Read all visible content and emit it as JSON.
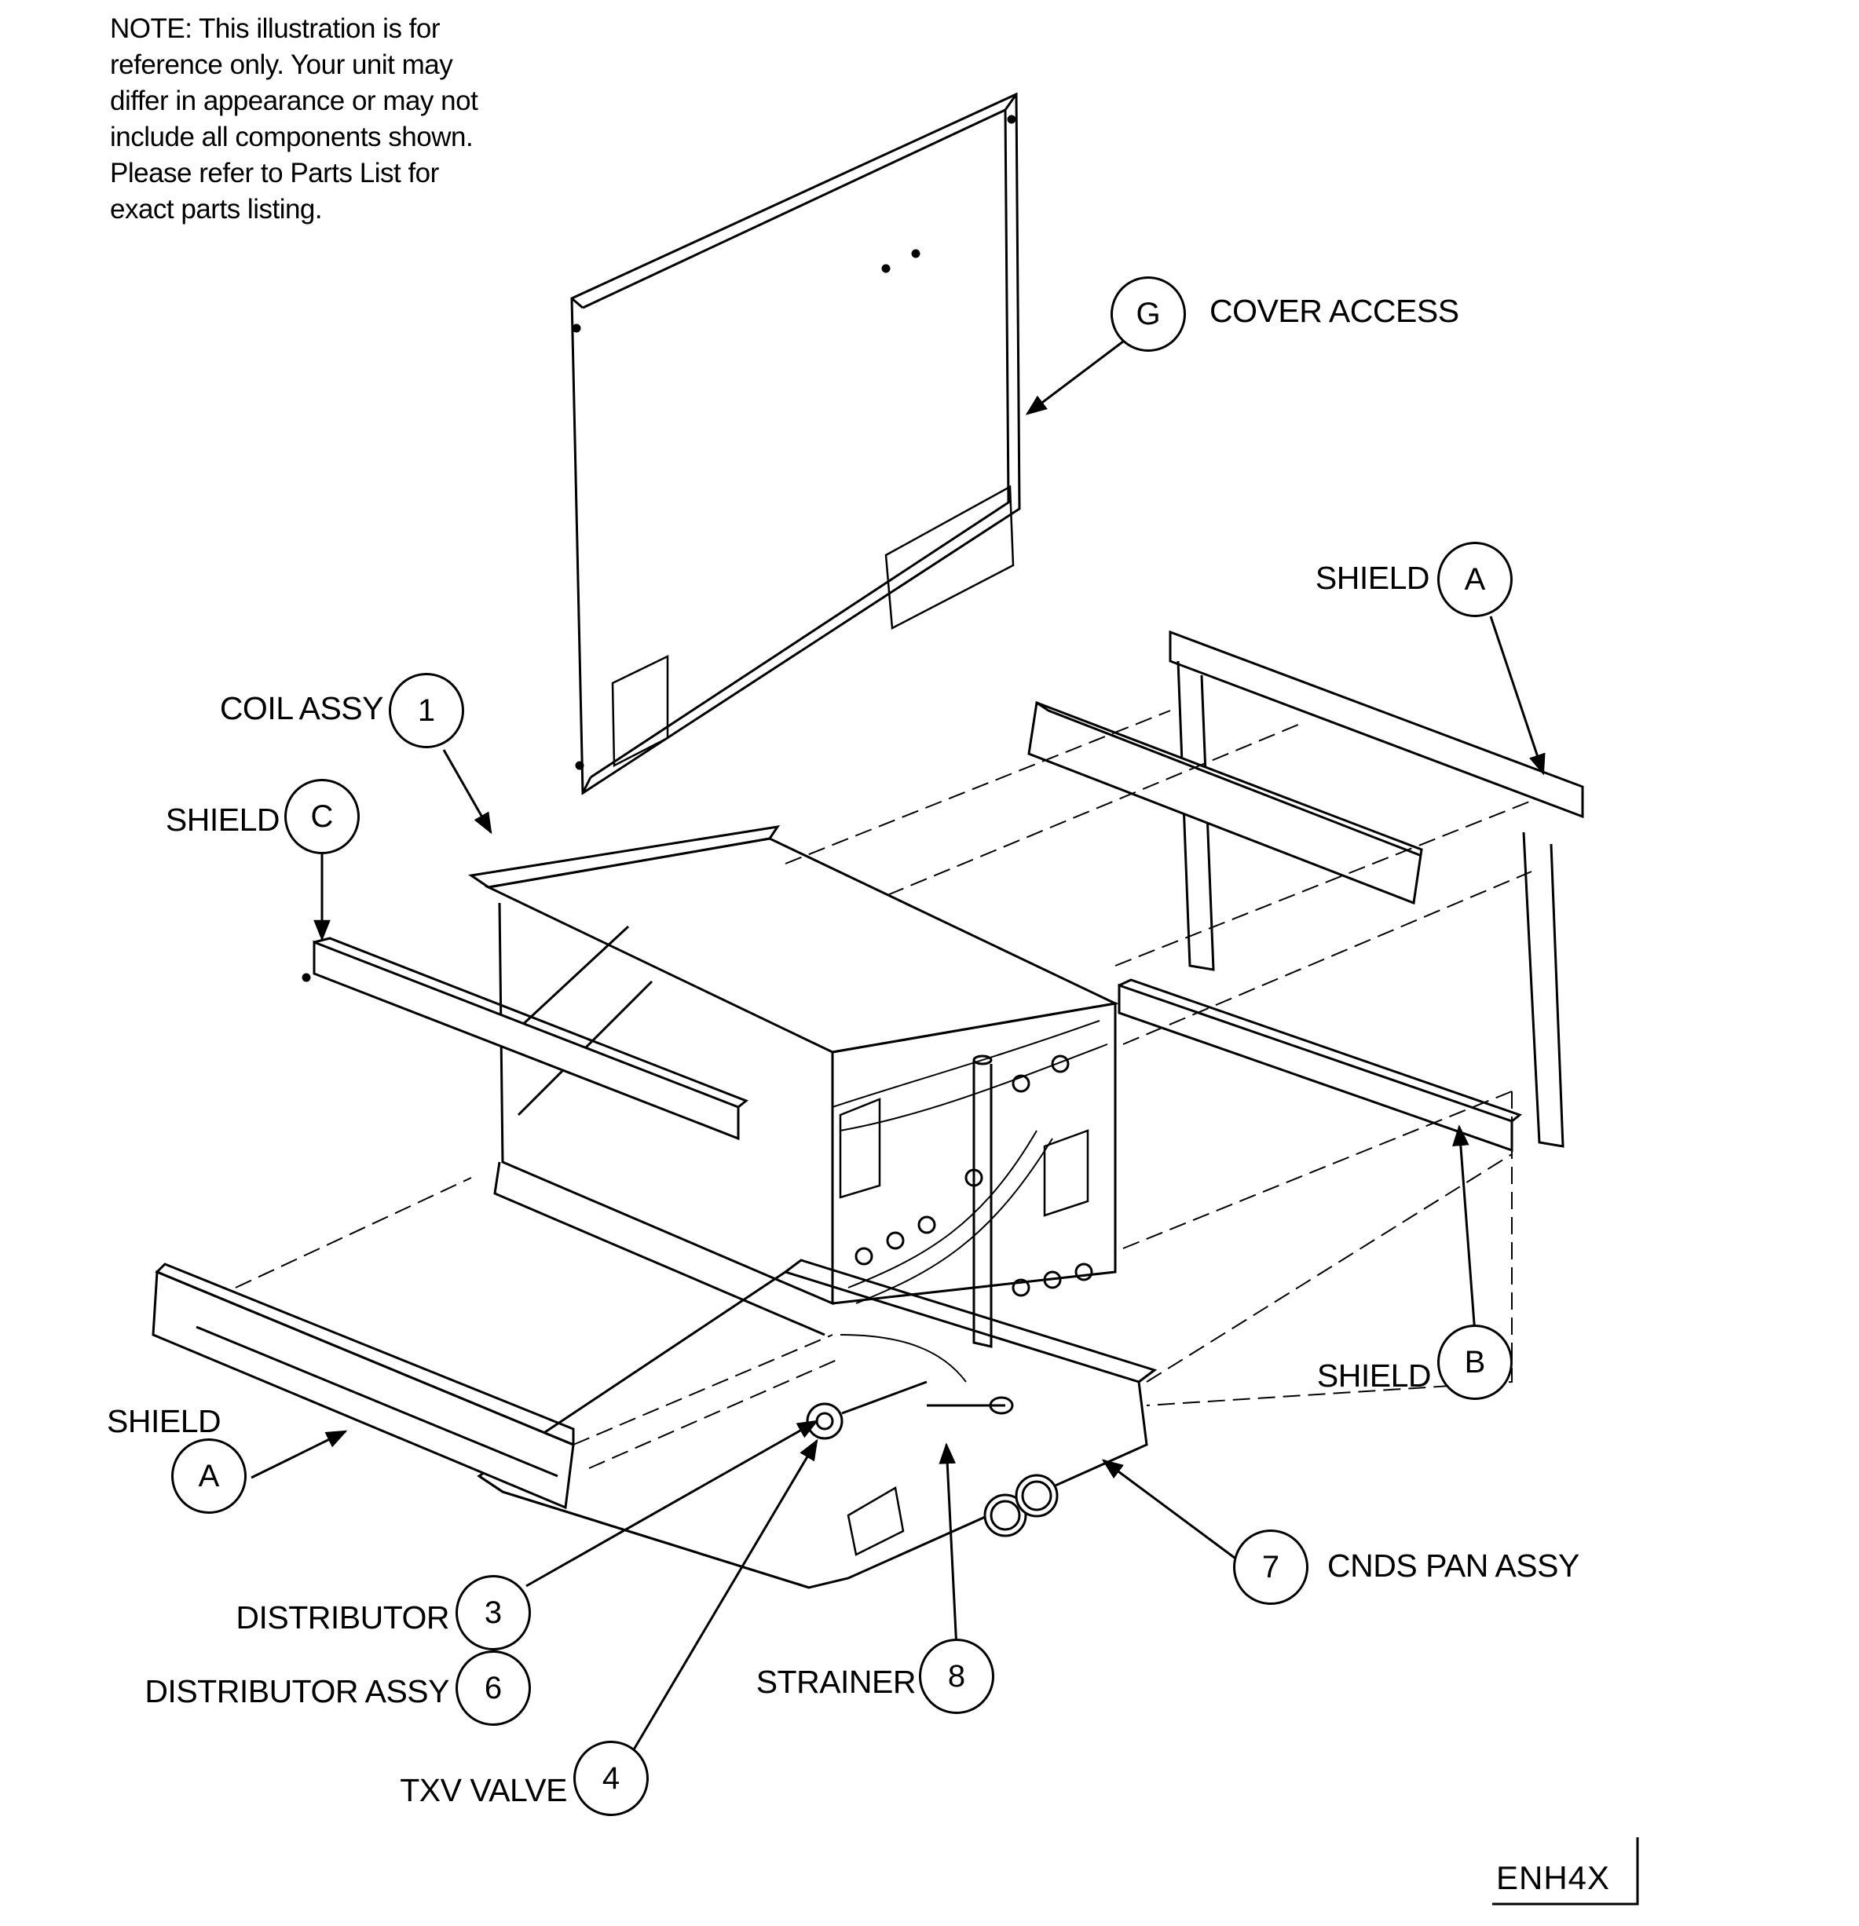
{
  "note": {
    "lines": [
      "NOTE: This illustration is for",
      "reference only.  Your unit may",
      "differ in appearance or may not",
      "include all components shown.",
      "Please refer to Parts List for",
      "exact parts listing."
    ]
  },
  "callouts": [
    {
      "id": "G",
      "label": "COVER ACCESS"
    },
    {
      "id": "A",
      "label": "SHIELD"
    },
    {
      "id": "1",
      "label": "COIL ASSY"
    },
    {
      "id": "C",
      "label": "SHIELD"
    },
    {
      "id": "B",
      "label": "SHIELD"
    },
    {
      "id": "A",
      "label": "SHIELD"
    },
    {
      "id": "7",
      "label": "CNDS PAN ASSY"
    },
    {
      "id": "3",
      "label": "DISTRIBUTOR"
    },
    {
      "id": "6",
      "label": "DISTRIBUTOR ASSY"
    },
    {
      "id": "8",
      "label": "STRAINER"
    },
    {
      "id": "4",
      "label": "TXV VALVE"
    }
  ],
  "drawing_id": "ENH4X"
}
